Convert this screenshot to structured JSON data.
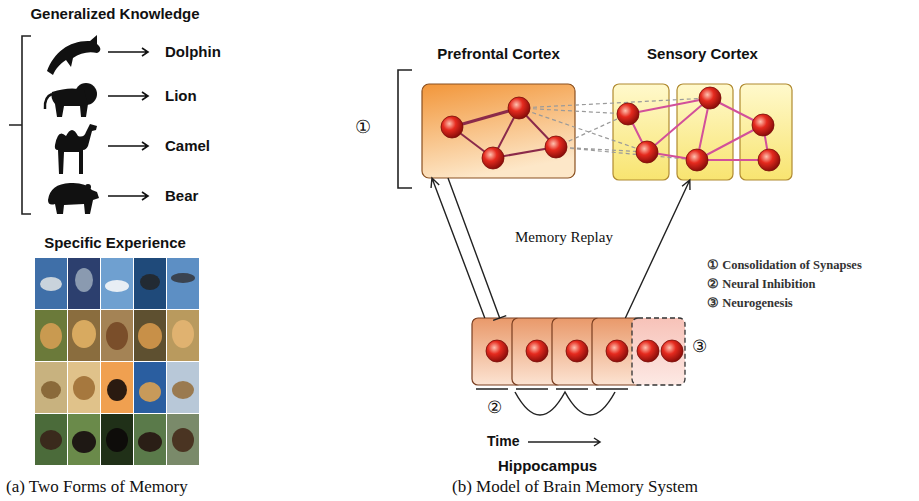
{
  "diagram": {
    "nodes": [
      {
        "text": [
          "Prefrontal Cortex"
        ]
      },
      {
        "text": [
          "Sensory Cortex"
        ]
      },
      {
        "text": [
          "Hippocampus"
        ]
      }
    ],
    "edges": [
      {
        "from": 2,
        "to": 0,
        "arrow": "to"
      },
      {
        "from": 0,
        "to": 2,
        "arrow": "to"
      },
      {
        "from": 2,
        "to": 1,
        "arrow": "to"
      }
    ],
    "labels": [
      "Generalized Knowledge",
      "Dolphin",
      "Lion",
      "Camel",
      "Bear",
      "Specific Experience",
      "(a) Two Forms of Memory",
      "①",
      "Memory Replay",
      "① Consolidation of Synapses",
      "② Neural Inhibition",
      "③ Neurogenesis",
      "③",
      "②",
      "Time",
      "(b) Model of Brain Memory System"
    ]
  }
}
